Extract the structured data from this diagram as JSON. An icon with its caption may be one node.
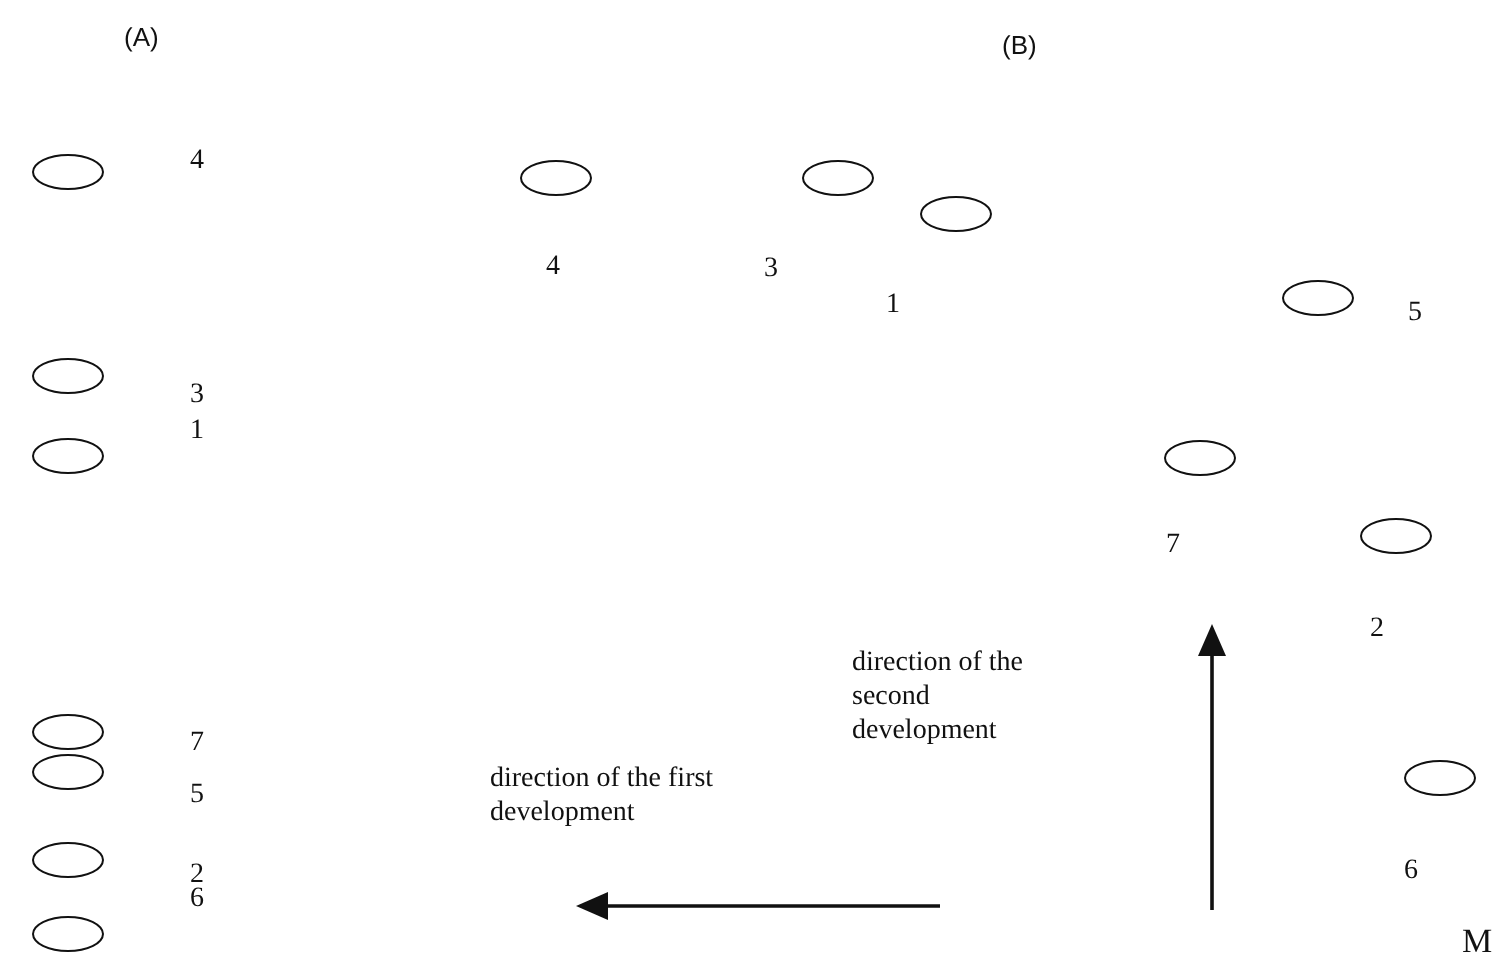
{
  "diagram": {
    "nodes": [
      {
        "text": [],
        "shape": "circle",
        "beside": [
          "4"
        ]
      },
      {
        "text": [],
        "shape": "circle",
        "beside": [
          "3"
        ]
      },
      {
        "text": [],
        "shape": "circle",
        "beside": [
          "1"
        ]
      },
      {
        "text": [],
        "shape": "circle",
        "beside": [
          "7"
        ]
      },
      {
        "text": [],
        "shape": "circle",
        "beside": [
          "5"
        ]
      },
      {
        "text": [],
        "shape": "circle",
        "beside": [
          "2"
        ]
      },
      {
        "text": [],
        "shape": "circle",
        "beside": [
          "6"
        ]
      },
      {
        "text": [],
        "shape": "circle",
        "beside": [
          "4"
        ]
      },
      {
        "text": [],
        "shape": "circle",
        "beside": [
          "3"
        ]
      },
      {
        "text": [],
        "shape": "circle",
        "beside": [
          "1"
        ]
      },
      {
        "text": [],
        "shape": "circle",
        "beside": [
          "5"
        ]
      },
      {
        "text": [],
        "shape": "circle",
        "beside": [
          "7"
        ]
      },
      {
        "text": [],
        "shape": "circle",
        "beside": [
          "2"
        ]
      },
      {
        "text": [],
        "shape": "circle",
        "beside": [
          "6"
        ]
      }
    ],
    "labels": [
      "(A)",
      "(B)",
      "direction of the second development",
      "direction of the first development",
      "M"
    ]
  }
}
